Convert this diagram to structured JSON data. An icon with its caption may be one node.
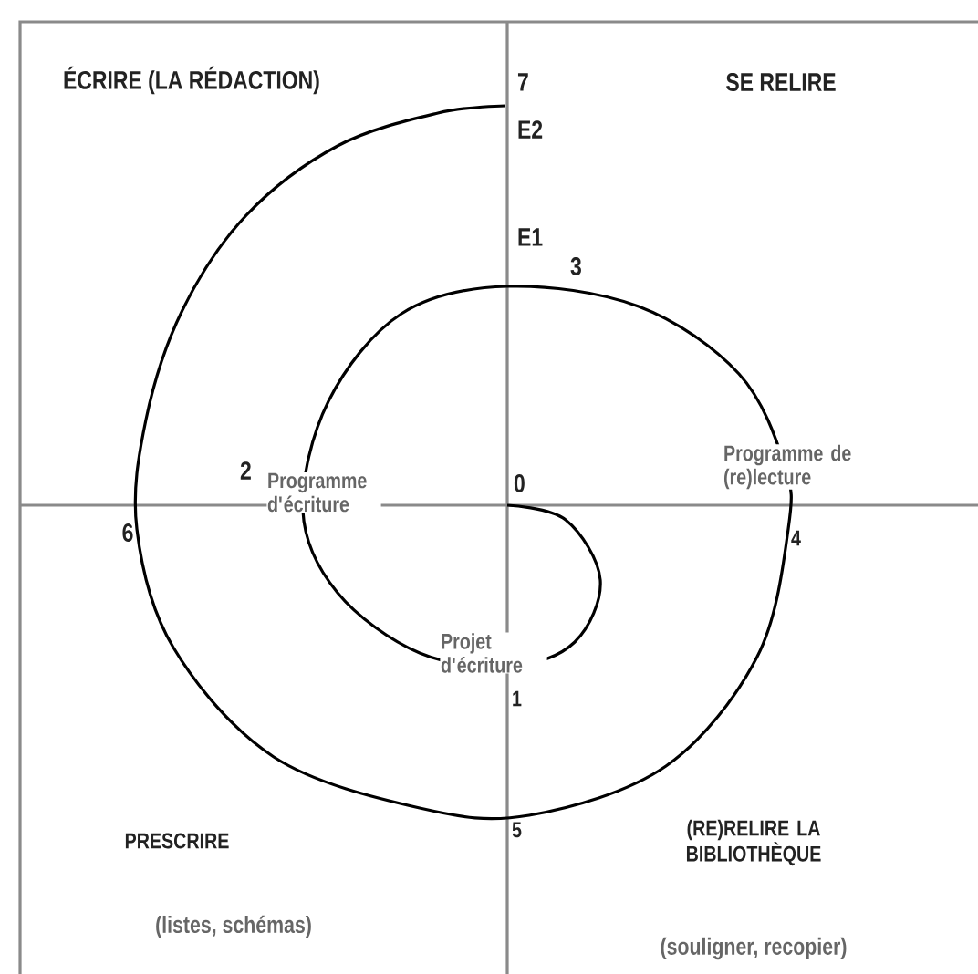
{
  "diagram": {
    "labels": [
      "ÉCRIRE (LA RÉDACTION)",
      "7",
      "SE RELIRE",
      "E2",
      "E1",
      "3",
      "2",
      "Programme d'écriture",
      "0",
      "Programme de (re)lecture",
      "6",
      "4",
      "Projet d'écriture",
      "1",
      "5",
      "PRESCRIRE",
      "(RE)RELIRE LA BIBLIOTHÈQUE",
      "(listes, schémas)",
      "(souligner, recopier)"
    ]
  }
}
